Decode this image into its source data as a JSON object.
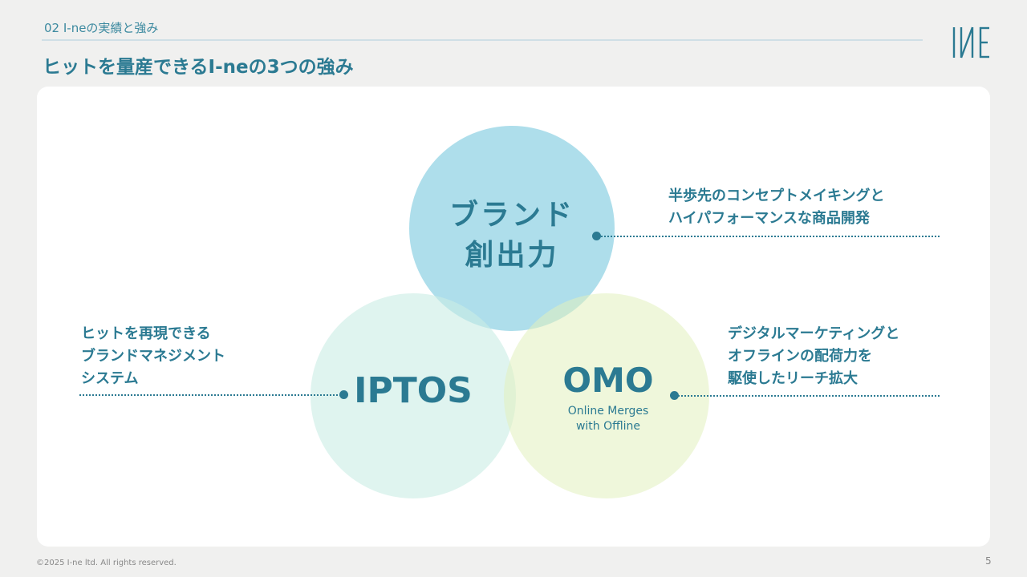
{
  "header": {
    "section": "02 I-neの実績と強み",
    "title": "ヒットを量産できるI-neの3つの強み",
    "logo": "INE"
  },
  "circles": {
    "brand": {
      "title": "ブランド創出力",
      "line1": "ブランド",
      "line2": "創出力",
      "description": [
        "半歩先のコンセプトメイキングと",
        "ハイパフォーマンスな商品開発"
      ]
    },
    "iptos": {
      "title": "IPTOS",
      "description": [
        "ヒットを再現できる",
        "ブランドマネジメント",
        "システム"
      ]
    },
    "omo": {
      "title": "OMO",
      "subtitle": [
        "Online Merges",
        "with Offline"
      ],
      "description": [
        "デジタルマーケティングと",
        "オフラインの配荷力を",
        "駆使したリーチ拡大"
      ]
    }
  },
  "footer": {
    "copyright": "©2025 I-ne ltd. All rights reserved.",
    "page": "5"
  }
}
